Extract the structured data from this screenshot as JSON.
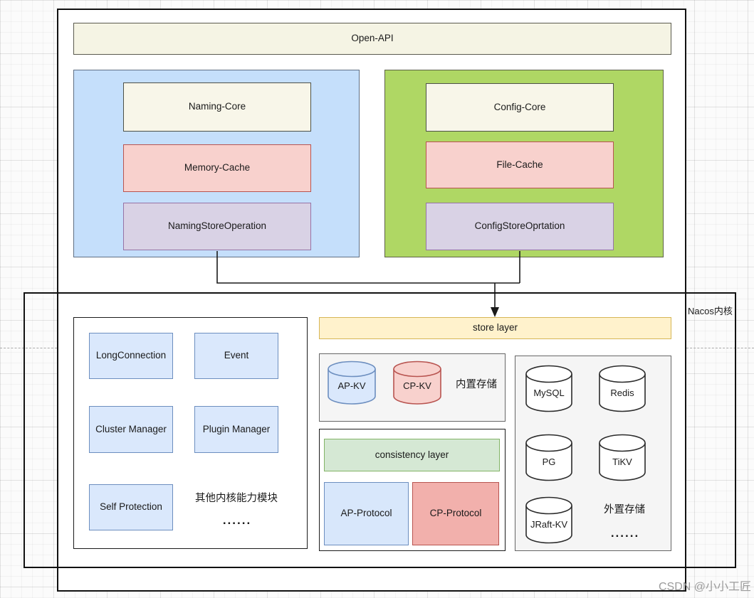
{
  "diagram": {
    "open_api": "Open-API",
    "kernel_label": "Nacos内核",
    "store_layer": "store layer",
    "watermark": "CSDN @小小工匠"
  },
  "naming_module": {
    "core": "Naming-Core",
    "cache": "Memory-Cache",
    "store": "NamingStoreOperation"
  },
  "config_module": {
    "core": "Config-Core",
    "cache": "File-Cache",
    "store": "ConfigStoreOprtation"
  },
  "other_modules": {
    "long_connection": "LongConnection",
    "event": "Event",
    "cluster_manager": "Cluster Manager",
    "plugin_manager": "Plugin Manager",
    "self_protection": "Self Protection",
    "caption": "其他内核能力模块",
    "ellipsis": "......"
  },
  "builtin_storage": {
    "ap_kv": "AP-KV",
    "cp_kv": "CP-KV",
    "caption": "内置存储"
  },
  "consistency": {
    "layer": "consistency layer",
    "ap_protocol": "AP-Protocol",
    "cp_protocol": "CP-Protocol"
  },
  "external_storage": {
    "mysql": "MySQL",
    "redis": "Redis",
    "pg": "PG",
    "tikv": "TiKV",
    "jraft_kv": "JRaft-KV",
    "caption": "外置存储",
    "ellipsis": "......"
  },
  "colors": {
    "beige": "#F5F4E4",
    "blue_container": "#C5DFFB",
    "green_container": "#AFD764",
    "pink_fill": "#F8D1CD",
    "pink_border": "#B85450",
    "lavender_fill": "#D9D2E5",
    "lavender_border": "#9673A6",
    "light_blue_fill": "#DAE8FC",
    "light_blue_border": "#6C8EBF",
    "yellow_fill": "#FFF2CC",
    "yellow_border": "#D6B656",
    "green_bar_fill": "#D5E8D4",
    "green_bar_border": "#82B366",
    "gray_panel": "#F5F5F5"
  }
}
